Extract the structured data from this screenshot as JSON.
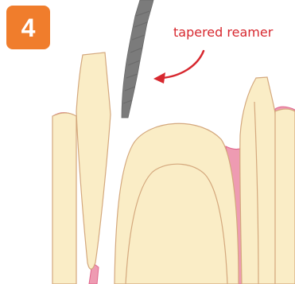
{
  "step": {
    "number": "4",
    "color": "#f07d2c"
  },
  "annotation": {
    "label": "tapered reamer",
    "color": "#d7282f"
  },
  "colors": {
    "tooth": "#faedc6",
    "tooth_outline": "#d4a87d",
    "gum": "#ee9bb2",
    "gum_outline": "#e0668c",
    "reamer": "#7b7b7b",
    "arrow": "#d7282f"
  },
  "icons": {
    "reamer": "tapered-reamer-instrument",
    "arrow": "curved-arrow"
  }
}
